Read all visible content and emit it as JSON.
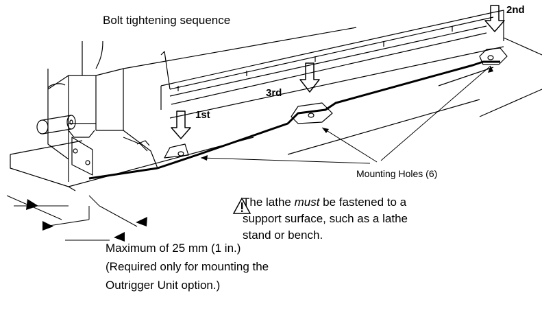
{
  "title": "Bolt tightening sequence",
  "steps": {
    "first": "1st",
    "second": "2nd",
    "third": "3rd"
  },
  "mounting_holes": "Mounting Holes (6)",
  "warning": {
    "icon": "warning-triangle-icon",
    "line1_pre": "The lathe ",
    "line1_em": "must",
    "line1_post": " be fastened to a",
    "line2": "support surface, such as a lathe",
    "line3": "stand or bench."
  },
  "note": {
    "line1": "Maximum of 25 mm (1 in.)",
    "line2": "(Required only for mounting the",
    "line3": "Outrigger Unit option.)"
  }
}
